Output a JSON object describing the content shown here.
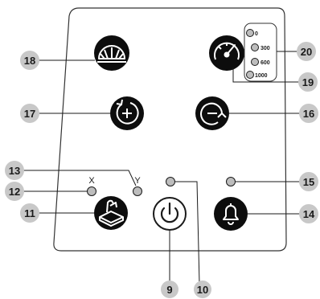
{
  "callouts": [
    "18",
    "17",
    "13",
    "12",
    "11",
    "9",
    "10",
    "15",
    "14",
    "16",
    "19",
    "20"
  ],
  "indicator_letters": {
    "x": "X",
    "y": "Y"
  },
  "levels": [
    "0",
    "300",
    "600",
    "1000"
  ],
  "colors": {
    "panel_stroke": "#333333",
    "button_fill": "#0d0d0d",
    "badge_fill": "#c8c8c8",
    "led_fill": "#bdbdbd",
    "line": "#1a1a1a"
  },
  "icons": {
    "top_left": "dome-light-icon",
    "top_right": "speed-gauge-icon",
    "mid_left": "rotate-plus-icon",
    "mid_right": "rotate-minus-icon",
    "bottom_left": "operator-seat-icon",
    "bottom_center": "power-icon",
    "bottom_right": "bell-icon"
  }
}
